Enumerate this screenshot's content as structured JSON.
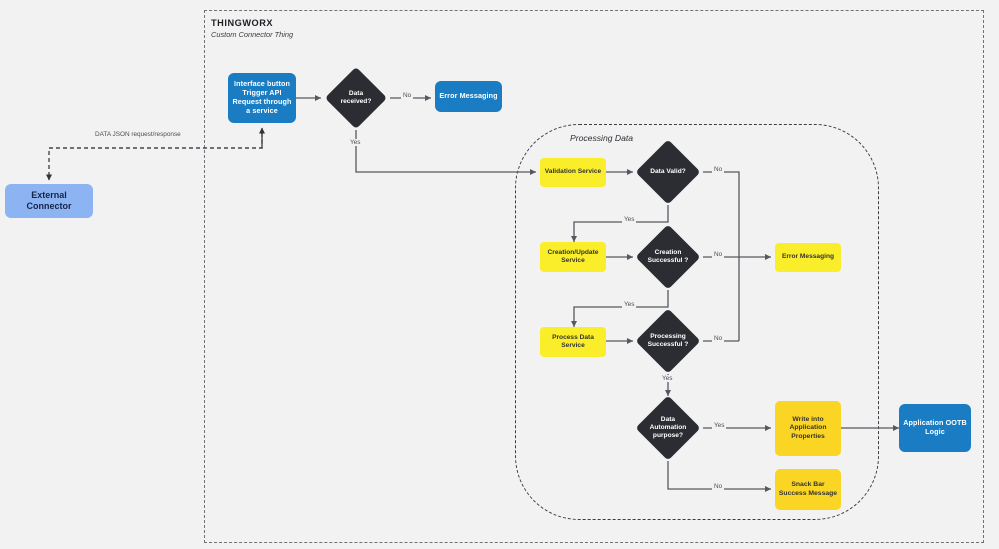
{
  "diagram": {
    "background_color": "#f2f2f2",
    "groups": [
      {
        "id": "thingworx",
        "title": "THINGWORX",
        "subtitle": "Custom Connector Thing",
        "style": "dashed-rectangle"
      },
      {
        "id": "processing",
        "title": "Processing Data",
        "style": "dashed-rounded"
      }
    ],
    "nodes": {
      "external_connector": {
        "label": "External Connector",
        "shape": "rounded-rect",
        "color": "#8db4f2"
      },
      "interface_button": {
        "label": "Interface button Trigger API Request through a service",
        "shape": "rounded-rect",
        "color": "#1a7dc4"
      },
      "data_received": {
        "label": "Data received?",
        "shape": "diamond",
        "color": "#2b2d33"
      },
      "error_messaging_top": {
        "label": "Error Messaging",
        "shape": "rounded-rect",
        "color": "#1a7dc4"
      },
      "validation_service": {
        "label": "Validation Service",
        "shape": "rect",
        "color": "#faee2a"
      },
      "data_valid": {
        "label": "Data Valid?",
        "shape": "diamond",
        "color": "#2b2d33"
      },
      "creation_update": {
        "label": "Creation/Update Service",
        "shape": "rect",
        "color": "#faee2a"
      },
      "creation_success": {
        "label": "Creation Successful ?",
        "shape": "diamond",
        "color": "#2b2d33"
      },
      "process_data": {
        "label": "Process Data Service",
        "shape": "rect",
        "color": "#faee2a"
      },
      "processing_success": {
        "label": "Processing Successful ?",
        "shape": "diamond",
        "color": "#2b2d33"
      },
      "error_messaging_mid": {
        "label": "Error Messaging",
        "shape": "rect",
        "color": "#faee2a"
      },
      "data_automation": {
        "label": "Data Automation purpose?",
        "shape": "diamond",
        "color": "#2b2d33"
      },
      "write_properties": {
        "label": "Write into Application Properties",
        "shape": "rounded-rect",
        "color": "#fbd524"
      },
      "snack_bar": {
        "label": "Snack Bar Success Message",
        "shape": "rounded-rect",
        "color": "#fbd524"
      },
      "application_ootb": {
        "label": "Application OOTB Logic",
        "shape": "rounded-rect",
        "color": "#1a7dc4"
      }
    },
    "edge_labels": {
      "data_json": "DATA JSON request/response",
      "received_no": "No",
      "received_yes": "Yes",
      "valid_no": "No",
      "valid_yes": "Yes",
      "creation_no": "No",
      "creation_yes": "Yes",
      "processing_no": "No",
      "processing_yes": "Yes",
      "automation_yes": "Yes",
      "automation_no": "No"
    }
  }
}
